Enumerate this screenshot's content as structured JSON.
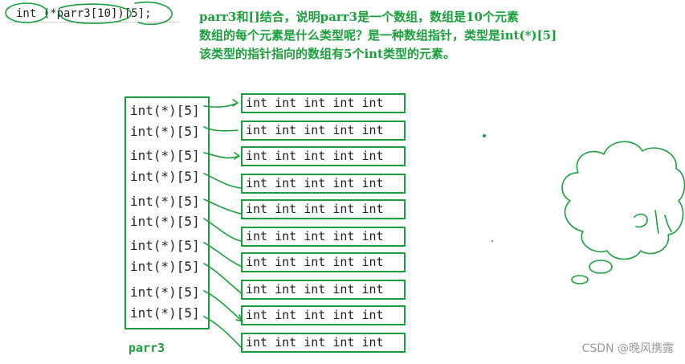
{
  "code": {
    "text": "int (*parr3[10])[5];"
  },
  "explanation": {
    "line1": "parr3和[]结合，说明parr3是一个数组，数组是10个元素",
    "line2": "数组的每个元素是什么类型呢？是一种数组指针，类型是int(*)[5]",
    "line3": "该类型的指针指向的数组有5个int类型的元素。"
  },
  "array": {
    "name": "parr3",
    "elements": [
      "int(*)[5]",
      "int(*)[5]",
      "int(*)[5]",
      "int(*)[5]",
      "int(*)[5]",
      "int(*)[5]",
      "int(*)[5]",
      "int(*)[5]",
      "int(*)[5]",
      "int(*)[5]"
    ]
  },
  "pointed_arrays": [
    "int int int int int",
    "int int int int int",
    "int int int int int",
    "int int int int int",
    "int int int int int",
    "int int int int int",
    "int int int int int",
    "int int int int int",
    "int int int int int",
    "int int int int int"
  ],
  "watermark": "CSDN @晚风携露",
  "colors": {
    "annotation": "#1a9f3c",
    "text": "#1f1f1f"
  },
  "icons": [
    "cloud-doodle-icon"
  ]
}
